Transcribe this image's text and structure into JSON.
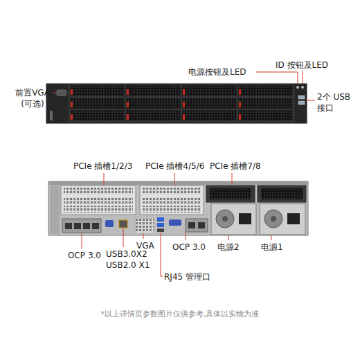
{
  "diagram": {
    "caption": "*以上详情页参数图片仅供参考,具体以实物为准",
    "labels": [
      "ID 按钮及LED",
      "电源按钮及LED",
      "前置VGA (可选)",
      "2个 USB接口",
      "PCIe 插槽1/2/3",
      "PCIe 插槽4/5/6",
      "PCIe 插槽7/8",
      "OCP 3.0",
      "USB3.0X2 USB2.0 X1",
      "VGA",
      "OCP 3.0",
      "电源2",
      "电源1",
      "RJ45 管理口"
    ]
  }
}
